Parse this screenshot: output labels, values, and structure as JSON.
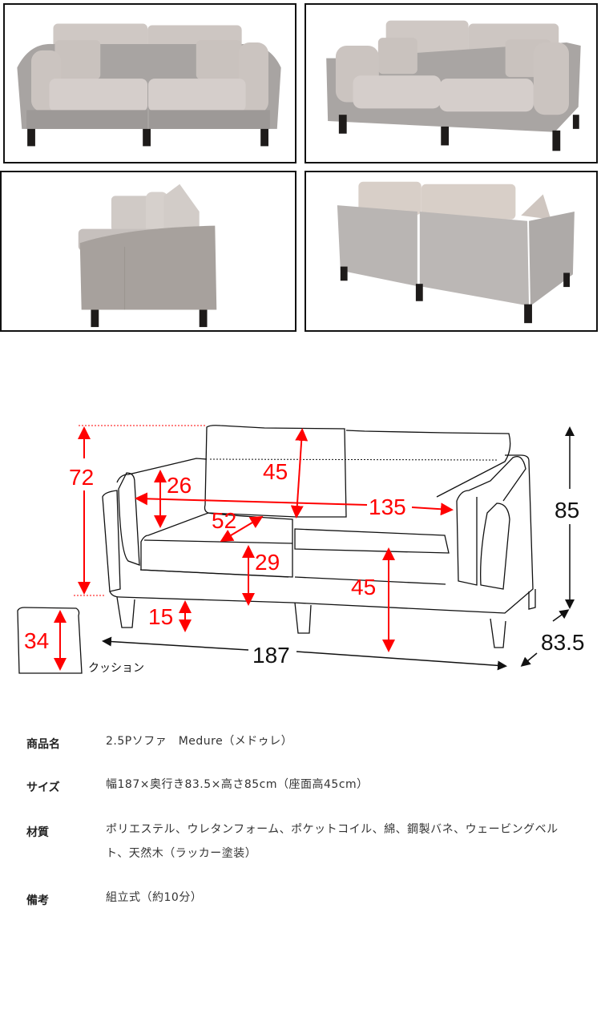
{
  "photos": [
    {
      "name": "front-view",
      "alt": "Sofa front view"
    },
    {
      "name": "angled-view",
      "alt": "Sofa angled view"
    },
    {
      "name": "side-view",
      "alt": "Sofa side view"
    },
    {
      "name": "back-view",
      "alt": "Sofa back view"
    }
  ],
  "diagram": {
    "labels": {
      "back_height": "72",
      "arm_height": "26",
      "back_cushion_height": "45",
      "seat_depth": "52",
      "inner_width": "135",
      "seat_cushion_thickness": "29",
      "seat_height": "45",
      "leg_height": "15",
      "total_height": "85",
      "total_width": "187",
      "total_depth": "83.5",
      "cushion_size": "34",
      "cushion_label": "クッション"
    },
    "colors": {
      "dimension_red": "#ff0000",
      "outline": "#111111"
    }
  },
  "specs": [
    {
      "key": "商品名",
      "value": "2.5Pソファ　Medure（メドゥレ）"
    },
    {
      "key": "サイズ",
      "value": "幅187×奥行き83.5×高さ85cm（座面高45cm）"
    },
    {
      "key": "材質",
      "value": "ポリエステル、ウレタンフォーム、ポケットコイル、綿、鋼製バネ、ウェービングベルト、天然木（ラッカー塗装）"
    },
    {
      "key": "備考",
      "value": "組立式（約10分）"
    }
  ]
}
